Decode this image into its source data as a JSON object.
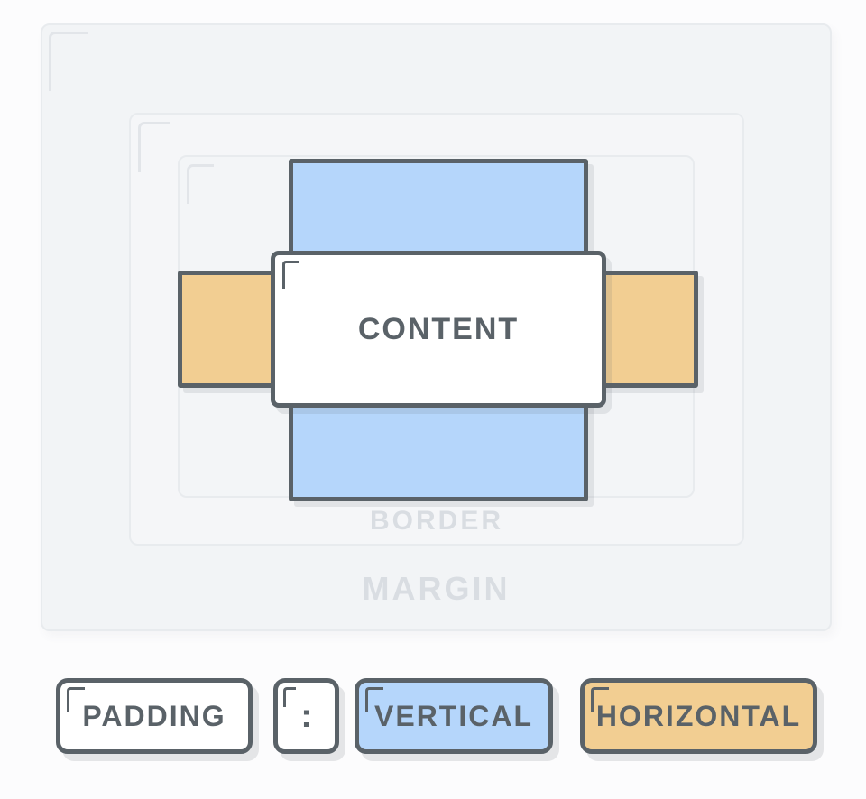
{
  "diagram": {
    "margin_label": "MARGIN",
    "border_label": "BORDER",
    "content_label": "CONTENT"
  },
  "code_chips": [
    {
      "label": "PADDING",
      "variant": "white"
    },
    {
      "label": ":",
      "variant": "white"
    },
    {
      "label": "VERTICAL",
      "variant": "blue"
    },
    {
      "label": "HORIZONTAL",
      "variant": "orange"
    }
  ],
  "colors": {
    "outline": "#5a6268",
    "vertical": "#b5d6fb",
    "horizontal": "#f2ce92",
    "muted_label": "#d9dde2",
    "panel_border": "#e8ebee"
  }
}
